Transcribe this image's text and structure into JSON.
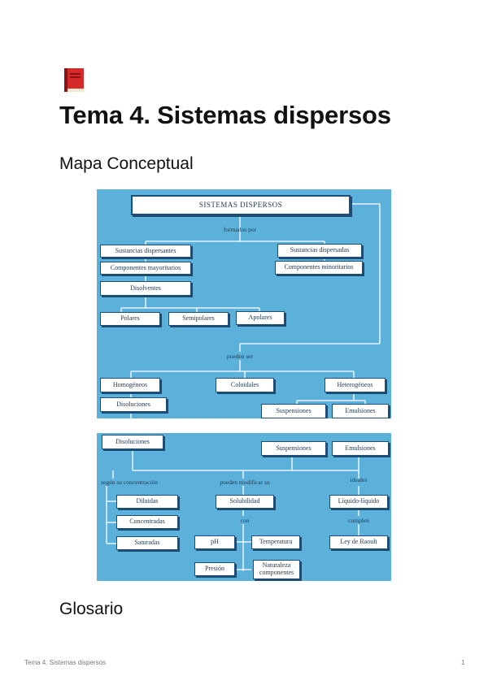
{
  "page": {
    "icon": "red-book-icon",
    "title": "Tema 4. Sistemas dispersos",
    "section_map": "Mapa Conceptual",
    "section_glossary": "Glosario",
    "footer_left": "Tema 4. Sistemas dispersos",
    "footer_right": "1"
  },
  "colors": {
    "diagram_bg": "#5bb1da",
    "box_border": "#1b4f78",
    "text": "#1e3650"
  },
  "map1": {
    "root": "SISTEMAS DISPERSOS",
    "formados_por": "formados por",
    "sustancias_dispersantes": "Sustancias dispersantes",
    "componentes_mayoritarios": "Componentes mayoritarios",
    "disolventes": "Disolventes",
    "polares": "Polares",
    "semipolares": "Semipolares",
    "apolares": "Apolares",
    "sustancias_dispersadas": "Sustancias dispersadas",
    "componentes_minoritarios": "Componentes minoritarios",
    "pueden_ser": "pueden ser",
    "homogeneos": "Homogéneos",
    "disoluciones": "Disoluciones",
    "coloidales": "Coloidales",
    "heterogeneos": "Heterogéneos",
    "suspensiones": "Suspensiones",
    "emulsiones": "Emulsiones"
  },
  "map2": {
    "disoluciones": "Disoluciones",
    "suspensiones": "Suspensiones",
    "emulsiones": "Emulsiones",
    "segun_concentracion": "según su concentración",
    "diluidas": "Diluidas",
    "concentradas": "Concentradas",
    "saturadas": "Saturadas",
    "pueden_modificar": "pueden modificar su",
    "solubilidad": "Solubilidad",
    "con": "con",
    "ph": "pH",
    "temperatura": "Temperatura",
    "presion": "Presión",
    "naturaleza": "Naturaleza componentes",
    "ideales": "ideales",
    "liquido_liquido": "Líquido-líquido",
    "cumplen": "cumplen",
    "ley_raoult": "Ley de Raoult"
  }
}
